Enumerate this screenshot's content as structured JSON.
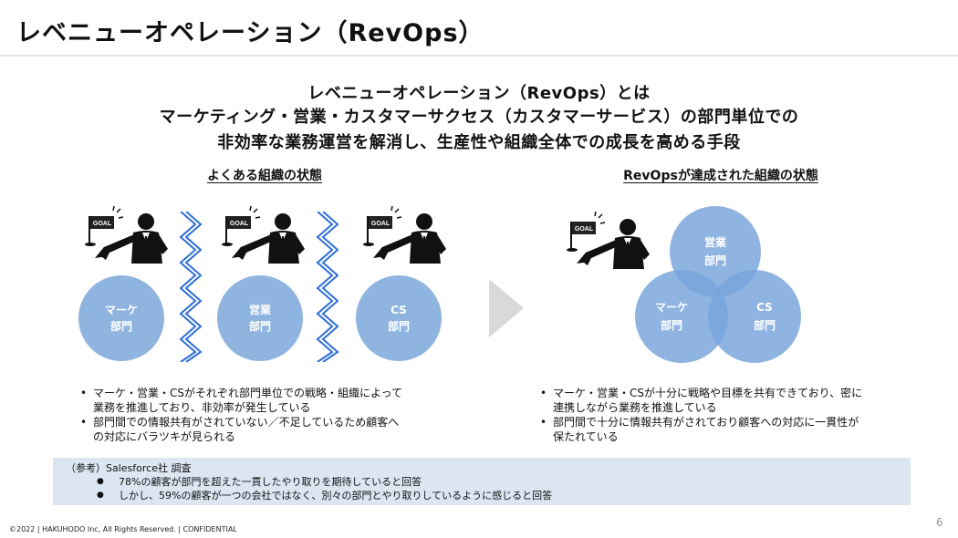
{
  "title": "レベニューオペレーション（RevOps）",
  "headline": {
    "line1": "レベニューオペレーション（RevOps）とは",
    "line2": "マーケティング・営業・カスタマーサクセス（カスタマーサービス）の部門単位での",
    "line3": "非効率な業務運営を解消し、生産性や組織全体での成長を高める手段"
  },
  "left": {
    "title": "よくある組織の状態",
    "flag_text": "GOAL",
    "circles": [
      {
        "line1": "マーケ",
        "line2": "部門"
      },
      {
        "line1": "営業",
        "line2": "部門"
      },
      {
        "line1": "CS",
        "line2": "部門"
      }
    ],
    "bullets": [
      {
        "line1": "マーケ・営業・CSがそれぞれ部門単位での戦略・組織によって",
        "line2": "業務を推進しており、非効率が発生している"
      },
      {
        "line1": "部門間での情報共有がされていない／不足しているため顧客へ",
        "line2": "の対応にバラツキが見られる"
      }
    ]
  },
  "right": {
    "title": "RevOpsが達成された組織の状態",
    "flag_text": "GOAL",
    "circles": {
      "top": {
        "line1": "営業",
        "line2": "部門"
      },
      "left": {
        "line1": "マーケ",
        "line2": "部門"
      },
      "right": {
        "line1": "CS",
        "line2": "部門"
      }
    },
    "bullets": [
      {
        "line1": "マーケ・営業・CSが十分に戦略や目標を共有できており、密に",
        "line2": "連携しながら業務を推進している"
      },
      {
        "line1": "部門間で十分に情報共有がされており顧客への対応に一貫性が",
        "line2": "保たれている"
      }
    ]
  },
  "reference": {
    "heading": "（参考）Salesforce社 調査",
    "items": [
      "78%の顧客が部門を超えた一貫したやり取りを期待していると回答",
      "しかし、59%の顧客が一つの会社ではなく、別々の部門とやり取りしているように感じると回答"
    ]
  },
  "footer": {
    "copyright": "©2022 | HAKUHODO Inc, All  Rights  Reserved. | CONFIDENTIAL",
    "page": "6"
  },
  "colors": {
    "circle": "#8fb4df",
    "zigzag": "#2f6fd6",
    "arrow": "#d9d9d9",
    "reference_bg": "#dce6f2"
  }
}
